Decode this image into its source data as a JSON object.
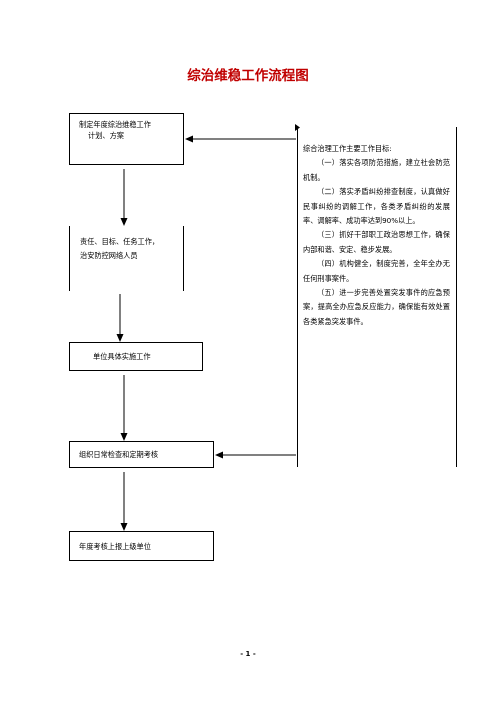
{
  "title": "综治维稳工作流程图",
  "boxes": {
    "plan_line1": "制定年度综治维稳工作",
    "plan_line2": "计划、方案",
    "resp_line1": "责任、目标、任务工作，",
    "resp_line2": "治安防控网络人员",
    "implement": "单位具体实施工作",
    "inspect": "组织日常检查和定期考核",
    "report": "年度考核上报上级单位"
  },
  "goals": {
    "heading": "综合治理工作主要工作目标:",
    "item1": "（一）落实各项防范措施，建立社会防范机制。",
    "item2": "（二）落实矛盾纠纷排查制度，认真做好民事纠纷的调解工作，各类矛盾纠纷的发展率、调解率、成功率达到90%以上。",
    "item3": "（三）抓好干部职工政治思想工作，确保内部和谐、安定、稳步发展。",
    "item4": "（四）机构健全，制度完善，全年全办无任何刑事案件。",
    "item5": "（五）进一步完善处置突发事件的应急预案，提高全办应急反应能力，确保能有效处置各类紧急突发事件。"
  },
  "footer": "- 1 -"
}
